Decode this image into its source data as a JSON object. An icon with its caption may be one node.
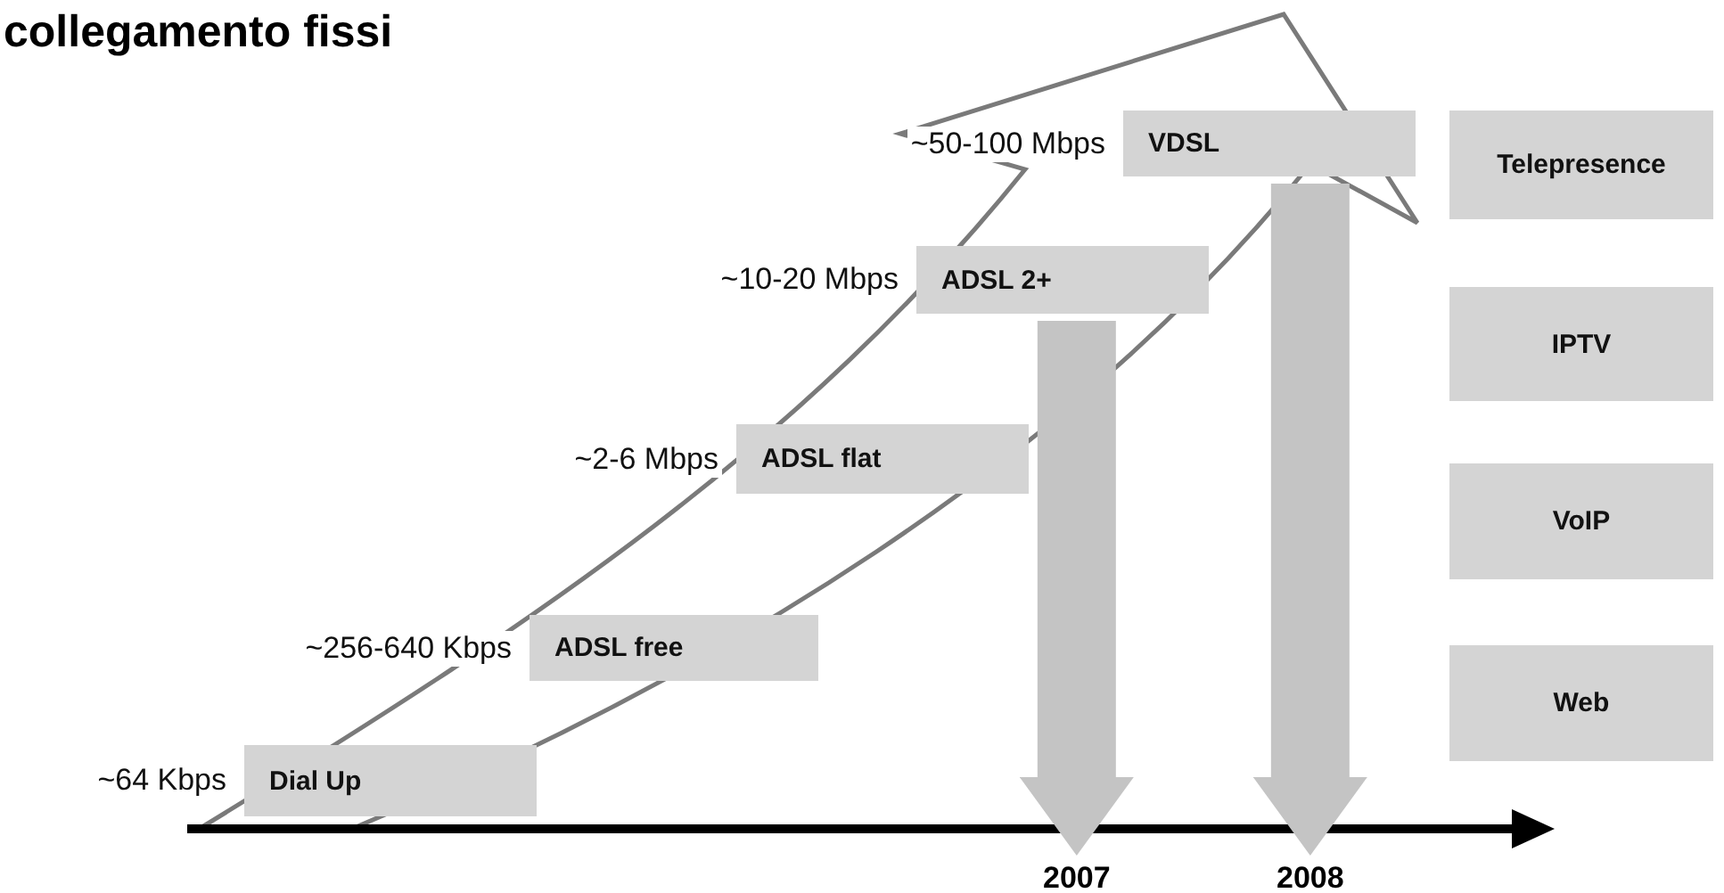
{
  "diagram": {
    "title": "collegamento fissi",
    "nodes": [
      {
        "text": [
          "Dial Up"
        ],
        "beside": [
          "~64 Kbps"
        ]
      },
      {
        "text": [
          "ADSL free"
        ],
        "beside": [
          "~256-640 Kbps"
        ]
      },
      {
        "text": [
          "ADSL flat"
        ],
        "beside": [
          "~2-6 Mbps"
        ]
      },
      {
        "text": [
          "ADSL 2+"
        ],
        "beside": [
          "~10-20 Mbps"
        ]
      },
      {
        "text": [
          "VDSL"
        ],
        "beside": [
          "~50-100 Mbps"
        ]
      },
      {
        "text": [
          "Telepresence"
        ]
      },
      {
        "text": [
          "IPTV"
        ]
      },
      {
        "text": [
          "VoIP"
        ]
      },
      {
        "text": [
          "Web"
        ]
      },
      {
        "text": [
          "2007"
        ]
      },
      {
        "text": [
          "2008"
        ]
      }
    ],
    "edges": [
      {
        "from": 3,
        "to": 9,
        "arrow": "to"
      },
      {
        "from": 4,
        "to": 10,
        "arrow": "to"
      }
    ]
  }
}
